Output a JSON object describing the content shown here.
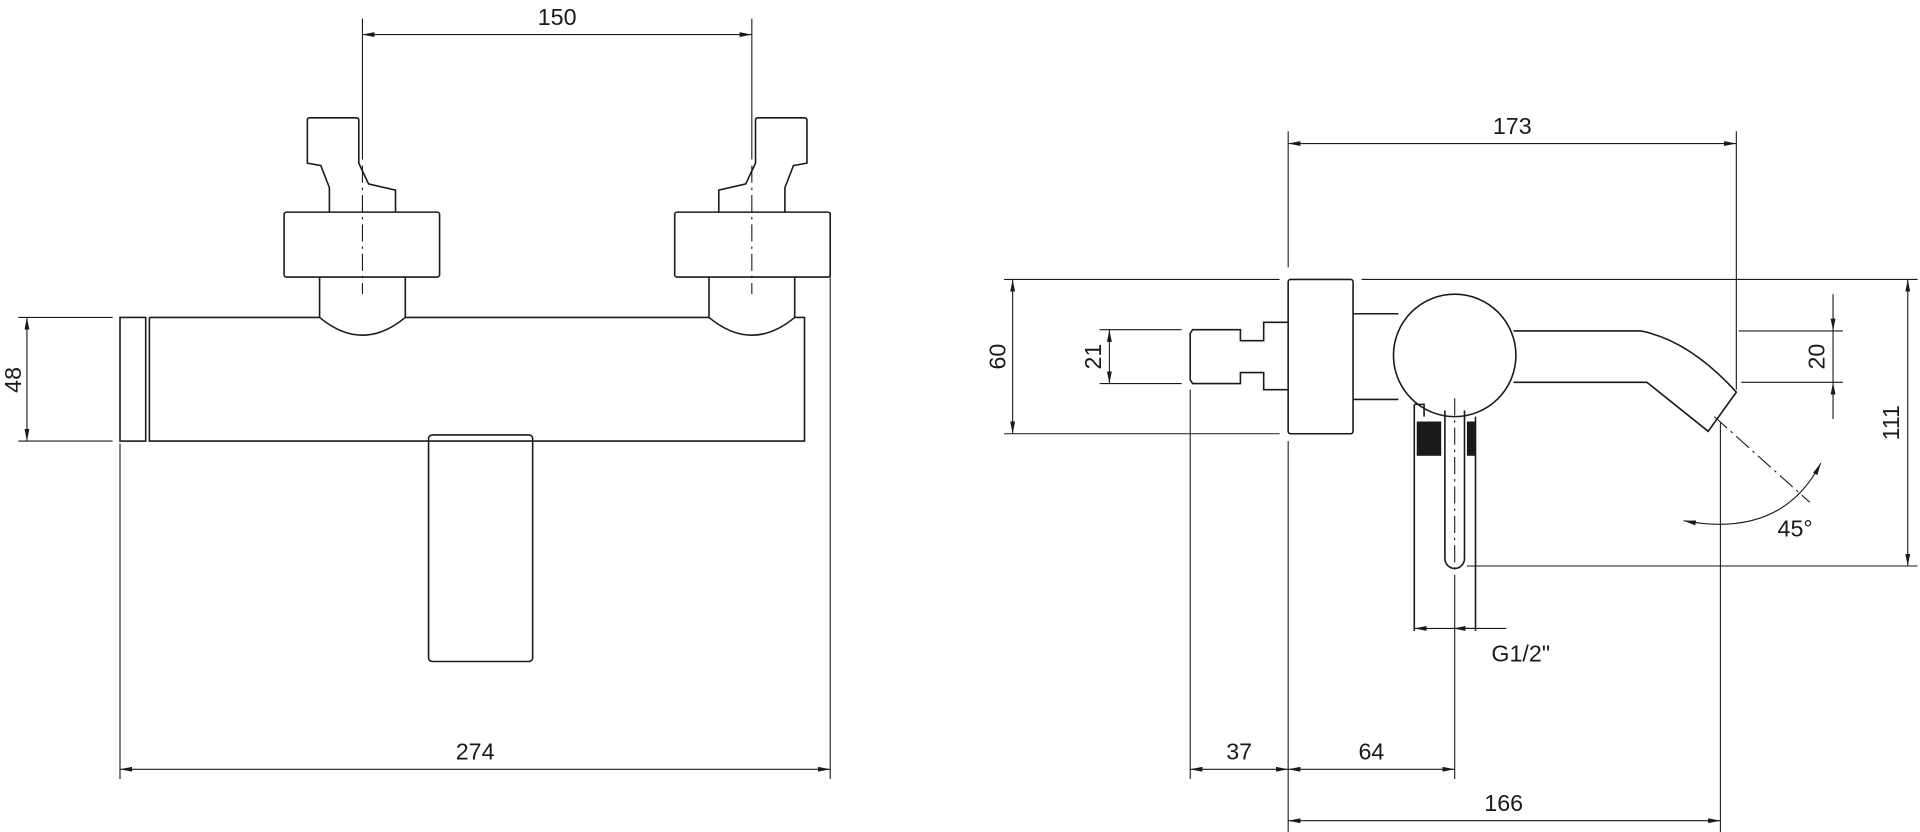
{
  "drawing": {
    "front_view": {
      "dimensions": {
        "handle_spacing": "150",
        "body_height": "48",
        "overall_width": "274"
      }
    },
    "side_view": {
      "dimensions": {
        "overall_depth": "173",
        "plate_height": "60",
        "connector_diameter": "21",
        "spout_diameter": "20",
        "overall_height": "111",
        "spout_angle": "45°",
        "thread": "G1/2\"",
        "connector_length": "37",
        "lever_offset": "64",
        "spout_projection": "166"
      }
    }
  }
}
